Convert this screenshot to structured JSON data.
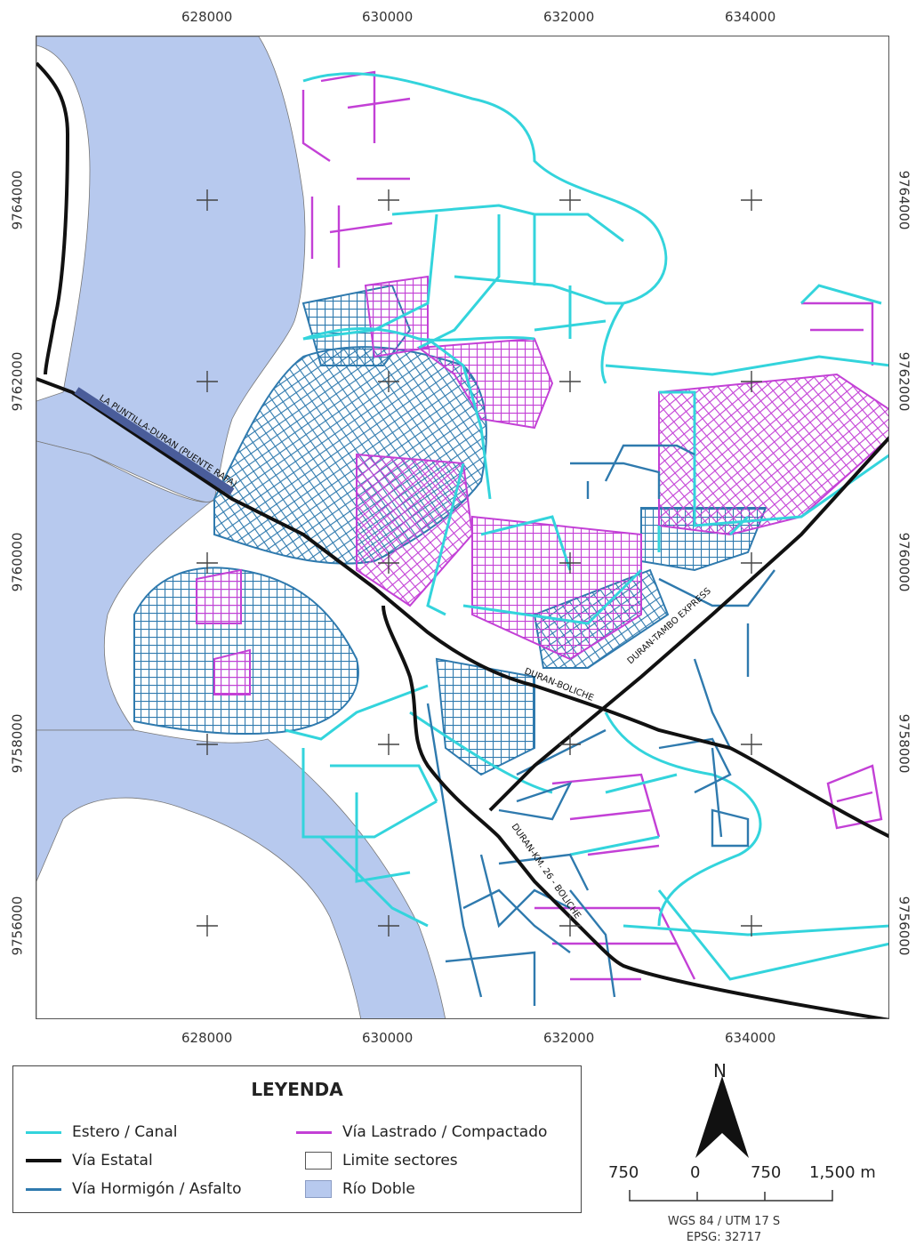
{
  "colors": {
    "estero": "#33d4dc",
    "via_estatal": "#111111",
    "hormigon": "#2f7aae",
    "lastrado": "#c340d6",
    "rio": "#b7c9ee",
    "limite": "#ffffff"
  },
  "coords": {
    "x_labels": [
      "628000",
      "630000",
      "632000",
      "634000"
    ],
    "y_labels": [
      "9764000",
      "9762000",
      "9760000",
      "9758000",
      "9756000"
    ]
  },
  "road_labels": {
    "puente": "LA PUNTILLA-DURAN (PUENTE RAFA)",
    "tambo": "DURAN-TAMBO EXPRESS",
    "boliche": "DURAN-BOLICHE",
    "km26": "DURAN-KM. 26 - BOLICHE"
  },
  "legend": {
    "title": "LEYENDA",
    "items": [
      {
        "label": "Estero / Canal"
      },
      {
        "label": "Vía Estatal"
      },
      {
        "label": "Vía Hormigón / Asfalto"
      },
      {
        "label": "Vía Lastrado / Compactado"
      },
      {
        "label": "Limite sectores"
      },
      {
        "label": "Río Doble"
      }
    ]
  },
  "north_arrow": {
    "label": "N"
  },
  "scale_bar": {
    "labels": [
      "750",
      "0",
      "750",
      "1,500 m"
    ],
    "crs": "WGS 84 / UTM 17 S",
    "epsg": "EPSG: 32717"
  }
}
